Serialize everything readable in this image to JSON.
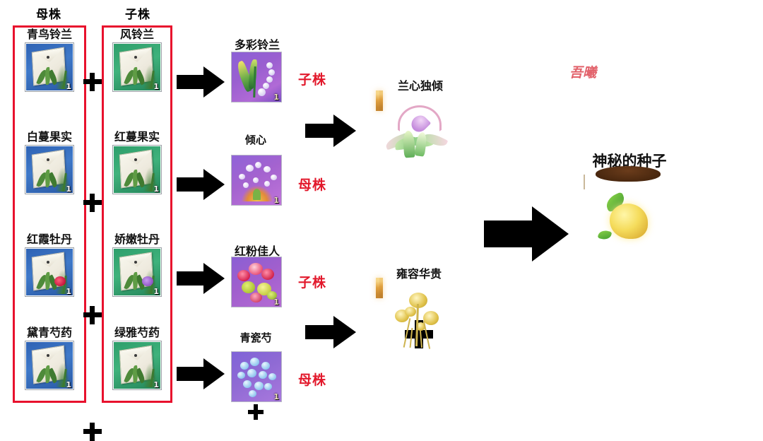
{
  "page": {
    "background": "#ffffff",
    "accent_red": "#e8112d",
    "role_red": "#e2182b",
    "watermark": "吾曦"
  },
  "columns": {
    "mother_header": "母株",
    "child_header": "子株"
  },
  "mother_seeds": [
    {
      "name": "青鸟铃兰",
      "qty": "1",
      "packet_color": "blue",
      "bloom": "none"
    },
    {
      "name": "白蔓果实",
      "qty": "1",
      "packet_color": "blue",
      "bloom": "none"
    },
    {
      "name": "红霞牡丹",
      "qty": "1",
      "packet_color": "blue",
      "bloom": "red"
    },
    {
      "name": "黛青芍药",
      "qty": "1",
      "packet_color": "blue",
      "bloom": "none"
    }
  ],
  "child_seeds": [
    {
      "name": "风铃兰",
      "qty": "1",
      "packet_color": "green",
      "bloom": "none"
    },
    {
      "name": "红蔓果实",
      "qty": "1",
      "packet_color": "green",
      "bloom": "none"
    },
    {
      "name": "娇嫩牡丹",
      "qty": "1",
      "packet_color": "green",
      "bloom": "violet"
    },
    {
      "name": "绿雅芍药",
      "qty": "1",
      "packet_color": "green",
      "bloom": "none"
    }
  ],
  "plus_signs": {
    "row1": "+",
    "row2": "+",
    "row3": "+",
    "row4": "+",
    "pair_top": "+",
    "pair_bottom": "+",
    "final": "+"
  },
  "hybrids": [
    {
      "name": "多彩铃兰",
      "qty": "1",
      "role": "子株"
    },
    {
      "name": "倾心",
      "qty": "1",
      "role": "母株"
    },
    {
      "name": "红粉佳人",
      "qty": "1",
      "role": "子株"
    },
    {
      "name": "青瓷芍",
      "qty": "1",
      "role": "母株"
    }
  ],
  "products": [
    {
      "name": "兰心独倾"
    },
    {
      "name": "雍容华贵"
    }
  ],
  "final_product": {
    "name": "神秘的种子"
  },
  "icons": {
    "arrow": "right-arrow-icon",
    "plus": "plus-icon"
  }
}
